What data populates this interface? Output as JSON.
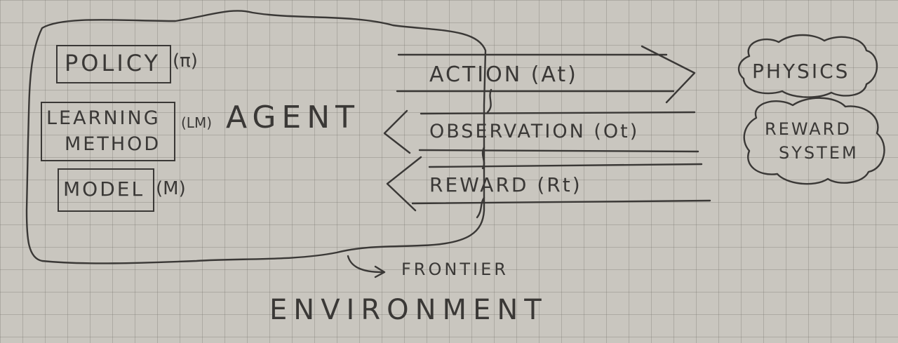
{
  "agent": {
    "title": "AGENT",
    "components": [
      {
        "label": "POLICY",
        "symbol": "(π)"
      },
      {
        "label_line1": "LEARNING",
        "label_line2": "METHOD",
        "symbol": "(LM)"
      },
      {
        "label": "MODEL",
        "symbol": "(M)"
      }
    ]
  },
  "signals": {
    "action": "ACTION (At)",
    "observation": "OBSERVATION (Ot)",
    "reward": "REWARD (Rt)"
  },
  "environment": {
    "title": "ENVIRONMENT",
    "frontier": "FRONTIER",
    "clouds": {
      "physics": "PHYSICS",
      "reward_line1": "REWARD",
      "reward_line2": "SYSTEM"
    }
  }
}
